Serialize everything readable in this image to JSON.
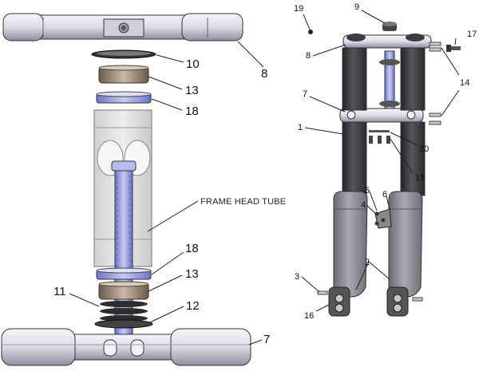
{
  "left_view": {
    "callouts": [
      "8",
      "10",
      "13",
      "18",
      "18",
      "13",
      "11",
      "12",
      "7"
    ],
    "caption": "FRAME HEAD TUBE"
  },
  "right_view": {
    "callouts": [
      "19",
      "9",
      "17",
      "8",
      "14",
      "7",
      "1",
      "20",
      "15",
      "5",
      "6",
      "4",
      "2",
      "3",
      "16"
    ]
  },
  "colors": {
    "clamp_light": "#e6e6ee",
    "clamp_dark": "#7e7e90",
    "bearing_blue": "#8f93d8",
    "fork_dark": "#3b3b40",
    "fork_lower": "#8a8a93",
    "head_tube": "#e2e2e2"
  }
}
